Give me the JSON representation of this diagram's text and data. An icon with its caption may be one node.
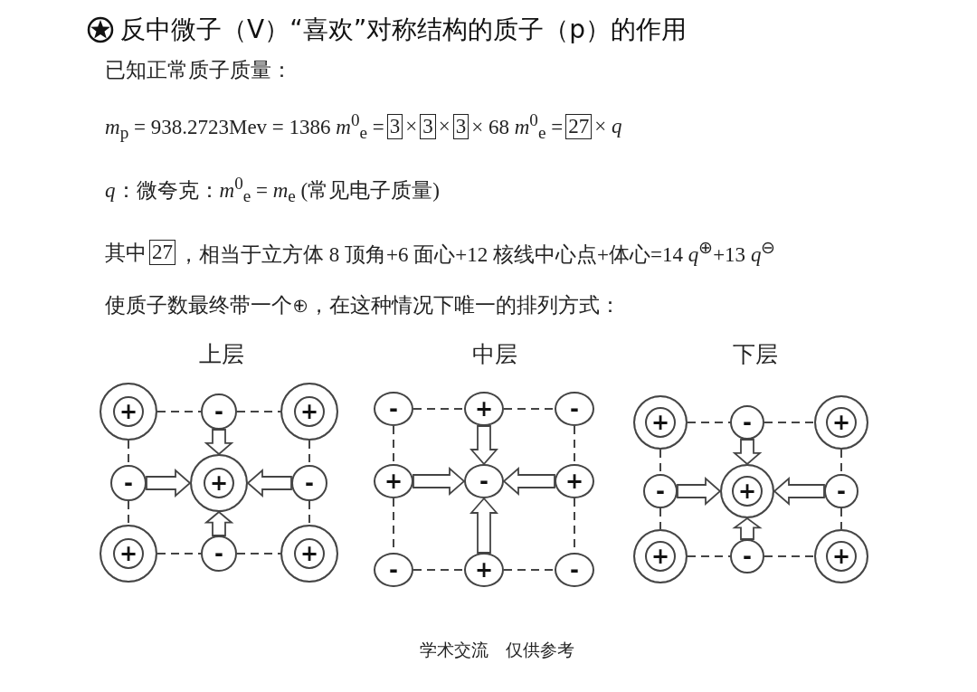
{
  "diagram": {
    "title": "反中微子（V）“喜欢”对称结构的质子（p）的作用",
    "nodes": [
      {
        "text": [
          "3"
        ]
      },
      {
        "text": [
          "3"
        ]
      },
      {
        "text": [
          "3"
        ]
      },
      {
        "text": [
          "27"
        ]
      },
      {
        "text": [
          "27"
        ]
      },
      {
        "text": [
          "+"
        ]
      },
      {
        "text": [
          "-"
        ]
      },
      {
        "text": [
          "+"
        ]
      },
      {
        "text": [
          "-"
        ]
      },
      {
        "text": [
          "+"
        ]
      },
      {
        "text": [
          "-"
        ]
      },
      {
        "text": [
          "+"
        ]
      },
      {
        "text": [
          "-"
        ]
      },
      {
        "text": [
          "+"
        ]
      },
      {
        "text": [
          "-"
        ]
      },
      {
        "text": [
          "+"
        ]
      },
      {
        "text": [
          "-"
        ]
      },
      {
        "text": [
          "+"
        ]
      },
      {
        "text": [
          "-"
        ]
      },
      {
        "text": [
          "+"
        ]
      },
      {
        "text": [
          "-"
        ]
      },
      {
        "text": [
          "+"
        ]
      },
      {
        "text": [
          "-"
        ]
      },
      {
        "text": [
          "+"
        ]
      },
      {
        "text": [
          "-"
        ]
      },
      {
        "text": [
          "+"
        ]
      },
      {
        "text": [
          "-"
        ]
      },
      {
        "text": [
          "+"
        ]
      },
      {
        "text": [
          "-"
        ]
      },
      {
        "text": [
          "+"
        ]
      },
      {
        "text": [
          "-"
        ]
      },
      {
        "text": [
          "+"
        ]
      }
    ],
    "edges": [
      {
        "from": 5,
        "to": 6,
        "arrow": "none",
        "style": "dashed"
      },
      {
        "from": 6,
        "to": 7,
        "arrow": "none",
        "style": "dashed"
      },
      {
        "from": 5,
        "to": 8,
        "arrow": "none",
        "style": "dashed"
      },
      {
        "from": 7,
        "to": 10,
        "arrow": "none",
        "style": "dashed"
      },
      {
        "from": 8,
        "to": 11,
        "arrow": "none",
        "style": "dashed"
      },
      {
        "from": 10,
        "to": 13,
        "arrow": "none",
        "style": "dashed"
      },
      {
        "from": 11,
        "to": 12,
        "arrow": "none",
        "style": "dashed"
      },
      {
        "from": 12,
        "to": 13,
        "arrow": "none",
        "style": "dashed"
      },
      {
        "from": 6,
        "to": 9,
        "arrow": "to",
        "style": "thick"
      },
      {
        "from": 8,
        "to": 9,
        "arrow": "to",
        "style": "thick"
      },
      {
        "from": 10,
        "to": 9,
        "arrow": "to",
        "style": "thick"
      },
      {
        "from": 12,
        "to": 9,
        "arrow": "to",
        "style": "thick"
      },
      {
        "from": 14,
        "to": 15,
        "arrow": "none",
        "style": "dashed"
      },
      {
        "from": 15,
        "to": 16,
        "arrow": "none",
        "style": "dashed"
      },
      {
        "from": 14,
        "to": 17,
        "arrow": "none",
        "style": "dashed"
      },
      {
        "from": 16,
        "to": 19,
        "arrow": "none",
        "style": "dashed"
      },
      {
        "from": 17,
        "to": 20,
        "arrow": "none",
        "style": "dashed"
      },
      {
        "from": 19,
        "to": 22,
        "arrow": "none",
        "style": "dashed"
      },
      {
        "from": 20,
        "to": 21,
        "arrow": "none",
        "style": "dashed"
      },
      {
        "from": 21,
        "to": 22,
        "arrow": "none",
        "style": "dashed"
      },
      {
        "from": 15,
        "to": 18,
        "arrow": "to",
        "style": "thick"
      },
      {
        "from": 17,
        "to": 18,
        "arrow": "to",
        "style": "thick"
      },
      {
        "from": 19,
        "to": 18,
        "arrow": "to",
        "style": "thick"
      },
      {
        "from": 21,
        "to": 18,
        "arrow": "to",
        "style": "thick"
      },
      {
        "from": 23,
        "to": 24,
        "arrow": "none",
        "style": "dashed"
      },
      {
        "from": 24,
        "to": 25,
        "arrow": "none",
        "style": "dashed"
      },
      {
        "from": 23,
        "to": 26,
        "arrow": "none",
        "style": "dashed"
      },
      {
        "from": 25,
        "to": 28,
        "arrow": "none",
        "style": "dashed"
      },
      {
        "from": 26,
        "to": 29,
        "arrow": "none",
        "style": "dashed"
      },
      {
        "from": 28,
        "to": 31,
        "arrow": "none",
        "style": "dashed"
      },
      {
        "from": 29,
        "to": 30,
        "arrow": "none",
        "style": "dashed"
      },
      {
        "from": 30,
        "to": 31,
        "arrow": "none",
        "style": "dashed"
      },
      {
        "from": 24,
        "to": 27,
        "arrow": "to",
        "style": "thick"
      },
      {
        "from": 26,
        "to": 27,
        "arrow": "to",
        "style": "thick"
      },
      {
        "from": 28,
        "to": 27,
        "arrow": "to",
        "style": "thick"
      },
      {
        "from": 30,
        "to": 27,
        "arrow": "to",
        "style": "thick"
      }
    ],
    "labels": [
      "已知正常质子质量：",
      "*m*$_{p}$ = 938.2723Mev = 1386 *m*$^{0}$$_{e}$ =",
      "×",
      "×",
      "× 68 *m*$^{0}$$_{e}$ =",
      "× *q*",
      "*q*：微夸克：*m*$^{0}$$_{e}$ = *m*$_{e}$ (常见电子质量)",
      "其中",
      "，相当于立方体 8 顶角+6 面心+12 核线中心点+体心=14 *q*$^{⊕}$+13 *q*$^{⊖}$",
      "使质子数最终带一个⊕，在这种情况下唯一的排列方式：",
      "上层",
      "中层",
      "下层",
      "学术交流　仅供参考"
    ]
  }
}
